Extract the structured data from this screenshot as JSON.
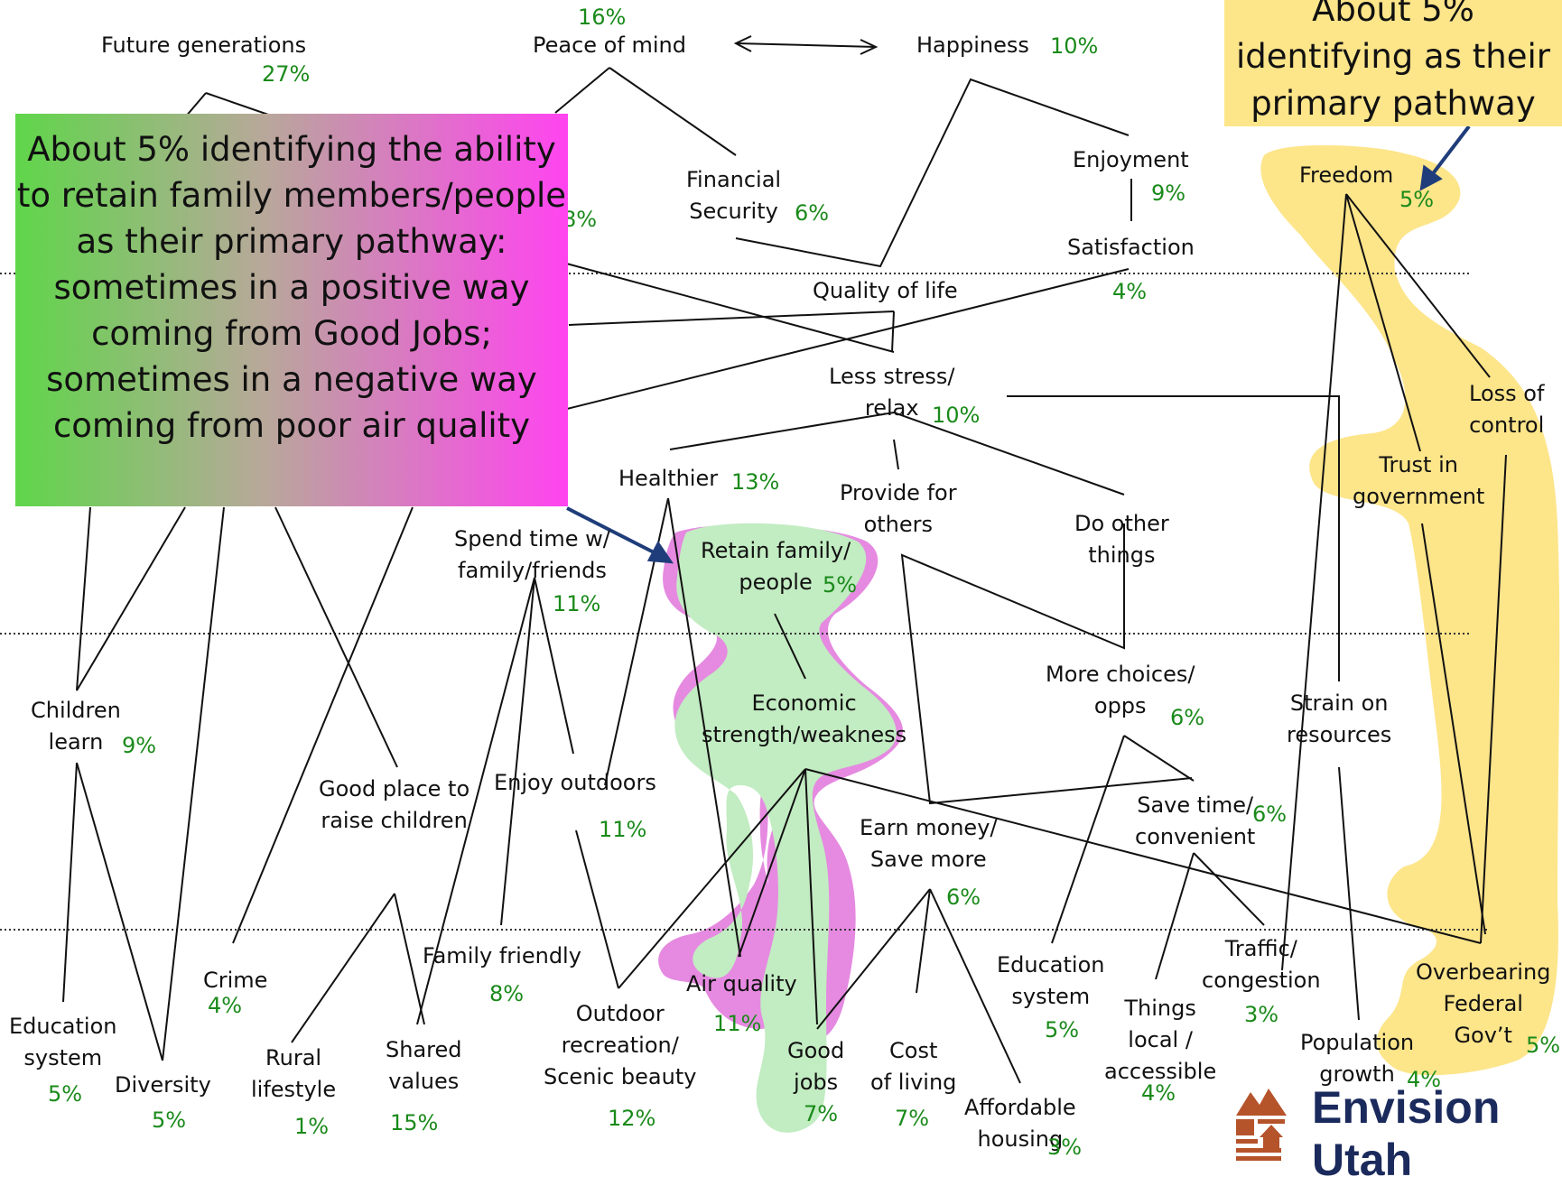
{
  "nodes": {
    "future_generations": "Future generations",
    "peace_of_mind": "Peace of mind",
    "happiness": "Happiness",
    "financial_security": "Financial\nSecurity",
    "enjoyment": "Enjoyment",
    "satisfaction": "Satisfaction",
    "quality_of_life": "Quality of life",
    "less_stress": "Less stress/\nrelax",
    "healthier": "Healthier",
    "provide_for_others": "Provide for\nothers",
    "do_other_things": "Do other\nthings",
    "spend_time": "Spend time w/\nfamily/friends",
    "retain_family": "Retain family/\npeople",
    "economic_strength": "Economic\nstrength/weakness",
    "more_choices": "More choices/\nopps",
    "strain_on_resources": "Strain on\nresources",
    "children_learn": "Children\nlearn",
    "good_place": "Good place to\nraise children",
    "enjoy_outdoors": "Enjoy outdoors",
    "earn_money": "Earn money/\nSave more",
    "save_time": "Save time/\nconvenient",
    "freedom": "Freedom",
    "loss_of_control": "Loss of\ncontrol",
    "trust_in_government": "Trust in\ngovernment",
    "crime": "Crime",
    "family_friendly": "Family friendly",
    "air_quality": "Air quality",
    "education_system_left": "Education\nsystem",
    "diversity": "Diversity",
    "rural_lifestyle": "Rural\nlifestyle",
    "shared_values": "Shared\nvalues",
    "outdoor_recreation": "Outdoor\nrecreation/\nScenic beauty",
    "good_jobs": "Good\njobs",
    "cost_of_living": "Cost\nof living",
    "affordable_housing": "Affordable\nhousing",
    "education_system_right": "Education\nsystem",
    "things_local": "Things\nlocal /\naccessible",
    "traffic": "Traffic/\ncongestion",
    "population_growth": "Population\ngrowth",
    "overbearing_gov": "Overbearing\nFederal\nGov’t"
  },
  "percents": {
    "future_generations": "27%",
    "peace_of_mind": "16%",
    "happiness": "10%",
    "financial_security": "6%",
    "partial_hidden": "8%",
    "enjoyment": "9%",
    "satisfaction": "4%",
    "less_stress": "10%",
    "healthier": "13%",
    "spend_time": "11%",
    "retain_family": "5%",
    "more_choices": "6%",
    "children_learn": "9%",
    "enjoy_outdoors": "11%",
    "earn_money": "6%",
    "save_time": "6%",
    "freedom": "5%",
    "crime": "4%",
    "family_friendly": "8%",
    "air_quality": "11%",
    "education_system_left": "5%",
    "diversity": "5%",
    "rural_lifestyle": "1%",
    "shared_values": "15%",
    "outdoor_recreation": "12%",
    "good_jobs": "7%",
    "cost_of_living": "7%",
    "affordable_housing": "3%",
    "education_system_right": "5%",
    "things_local": "4%",
    "traffic": "3%",
    "population_growth": "4%",
    "overbearing_gov": "5%"
  },
  "callouts": {
    "green": "About 5% identifying the ability\nto retain family members/people\nas their primary pathway:\nsometimes in a positive way\ncoming from Good Jobs;\nsometimes in a negative way\ncoming from poor air quality",
    "yellow": "About 5%\nidentifying as their\nprimary pathway"
  },
  "logo": {
    "text": "Envision\nUtah"
  },
  "colors": {
    "percent_green": "#1a8a1a",
    "highlight_yellow": "#fde58a",
    "highlight_pink": "#e58ae0",
    "highlight_green": "#c2ecc2",
    "arrow_blue": "#1f3d7a"
  }
}
